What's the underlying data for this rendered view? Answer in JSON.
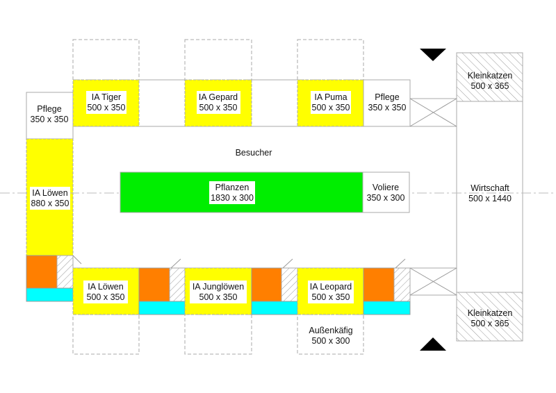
{
  "title": "Zoo enclosure floor plan",
  "colors": {
    "indoor": "#ffff00",
    "plants": "#00ee00",
    "orange": "#ff7f00",
    "cyan": "#00ffff",
    "outline": "#aaaaaa"
  },
  "rooms": {
    "pflege_left": {
      "name": "Pflege",
      "size": "350 x 350"
    },
    "ia_tiger": {
      "name": "IA Tiger",
      "size": "500 x 350"
    },
    "ia_gepard": {
      "name": "IA Gepard",
      "size": "500 x 350"
    },
    "ia_puma": {
      "name": "IA Puma",
      "size": "500 x 350"
    },
    "pflege_right": {
      "name": "Pflege",
      "size": "350 x 350"
    },
    "kleinkatzen_top": {
      "name": "Kleinkatzen",
      "size": "500 x 365"
    },
    "besucher": {
      "name": "Besucher"
    },
    "ia_loewen_tall": {
      "name": "IA Löwen",
      "size": "880 x 350"
    },
    "pflanzen": {
      "name": "Pflanzen",
      "size": "1830 x 300"
    },
    "voliere": {
      "name": "Voliere",
      "size": "350 x 300"
    },
    "wirtschaft": {
      "name": "Wirtschaft",
      "size": "500 x 1440"
    },
    "ia_loewen": {
      "name": "IA Löwen",
      "size": "500 x 350"
    },
    "ia_jungloewen": {
      "name": "IA Junglöwen",
      "size": "500 x 350"
    },
    "ia_leopard": {
      "name": "IA Leopard",
      "size": "500 x 350"
    },
    "aussenkaefig": {
      "name": "Außenkäfig",
      "size": "500 x 300"
    },
    "kleinkatzen_bottom": {
      "name": "Kleinkatzen",
      "size": "500 x 365"
    }
  }
}
